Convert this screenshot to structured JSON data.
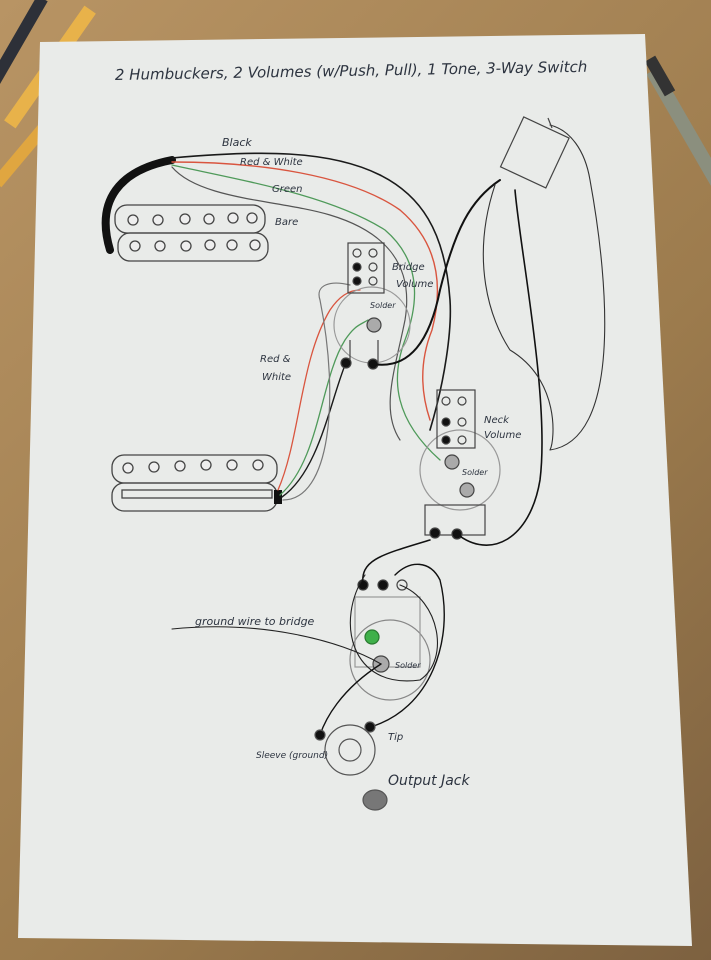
{
  "title": "2 Humbuckers, 2 Volumes (w/Push, Pull), 1 Tone, 3-Way Switch",
  "labels": {
    "black": "Black",
    "red_white_top": "Red & White",
    "green": "Green",
    "bare": "Bare",
    "bridge_volume_1": "Bridge",
    "bridge_volume_2": "Volume",
    "solder_bridge": "Solder",
    "red_white_left_1": "Red &",
    "red_white_left_2": "White",
    "neck_volume_1": "Neck",
    "neck_volume_2": "Volume",
    "solder_neck": "Solder",
    "ground_wire": "ground wire to bridge",
    "solder_tone": "Solder",
    "tip": "Tip",
    "sleeve": "Sleeve (ground)",
    "output_jack": "Output Jack"
  },
  "colors": {
    "paper": "#eef0ee",
    "wire_black": "#1a1a1a",
    "wire_red": "#d9553f",
    "wire_green": "#4f9a5a",
    "wire_bare": "#9a9a9a",
    "cap_green": "#3fb04a"
  }
}
